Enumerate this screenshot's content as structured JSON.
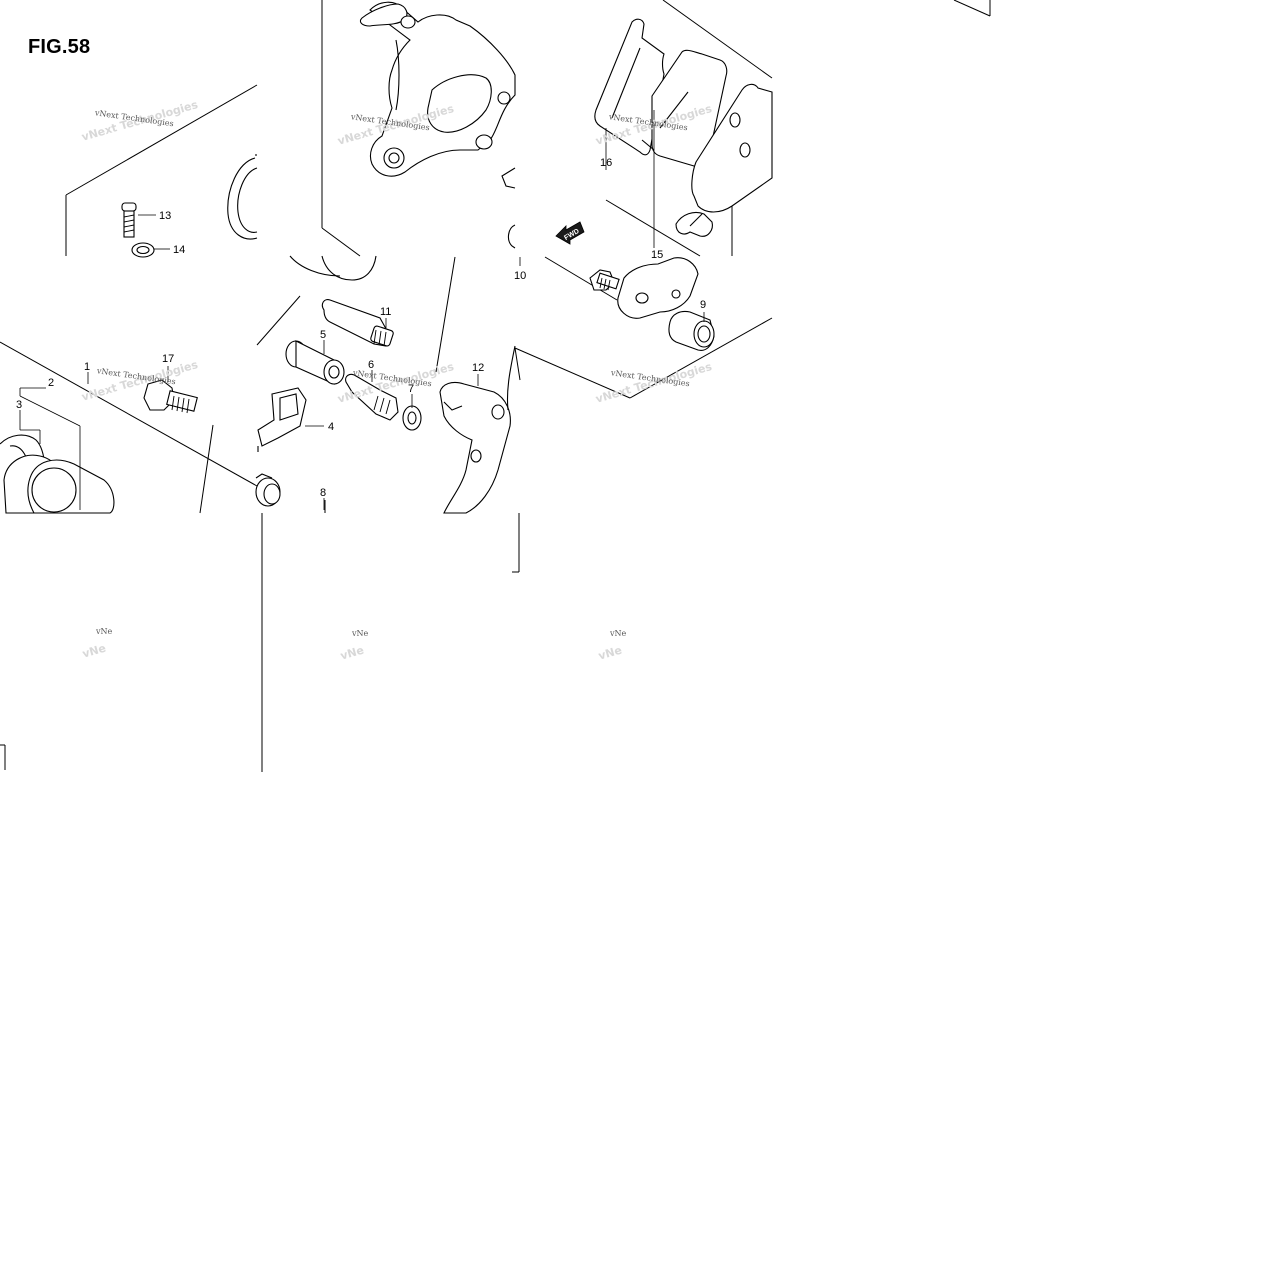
{
  "figure": {
    "title": "FIG.58"
  },
  "watermark": {
    "text": "vNext Technologies",
    "short_text": "vNe"
  },
  "direction_marker": {
    "label": "FWD"
  },
  "callouts": [
    {
      "id": "1",
      "label": "1"
    },
    {
      "id": "2",
      "label": "2"
    },
    {
      "id": "3",
      "label": "3"
    },
    {
      "id": "4",
      "label": "4"
    },
    {
      "id": "5",
      "label": "5"
    },
    {
      "id": "6",
      "label": "6"
    },
    {
      "id": "7",
      "label": "7"
    },
    {
      "id": "8",
      "label": "8"
    },
    {
      "id": "9",
      "label": "9"
    },
    {
      "id": "10",
      "label": "10"
    },
    {
      "id": "11",
      "label": "11"
    },
    {
      "id": "12",
      "label": "12"
    },
    {
      "id": "13",
      "label": "13"
    },
    {
      "id": "14",
      "label": "14"
    },
    {
      "id": "15",
      "label": "15"
    },
    {
      "id": "16",
      "label": "16"
    },
    {
      "id": "17",
      "label": "17"
    }
  ]
}
